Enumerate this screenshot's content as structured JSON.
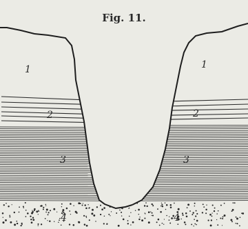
{
  "figure": {
    "title": "Fig. 11."
  },
  "layers": [
    {
      "left_label": "1",
      "right_label": "1"
    },
    {
      "left_label": "2",
      "right_label": "2"
    },
    {
      "left_label": "3",
      "right_label": "3"
    },
    {
      "left_label": "4",
      "right_label": "4"
    }
  ],
  "colors": {
    "background": "#ebebe5",
    "ink": "#2a2a2a"
  }
}
